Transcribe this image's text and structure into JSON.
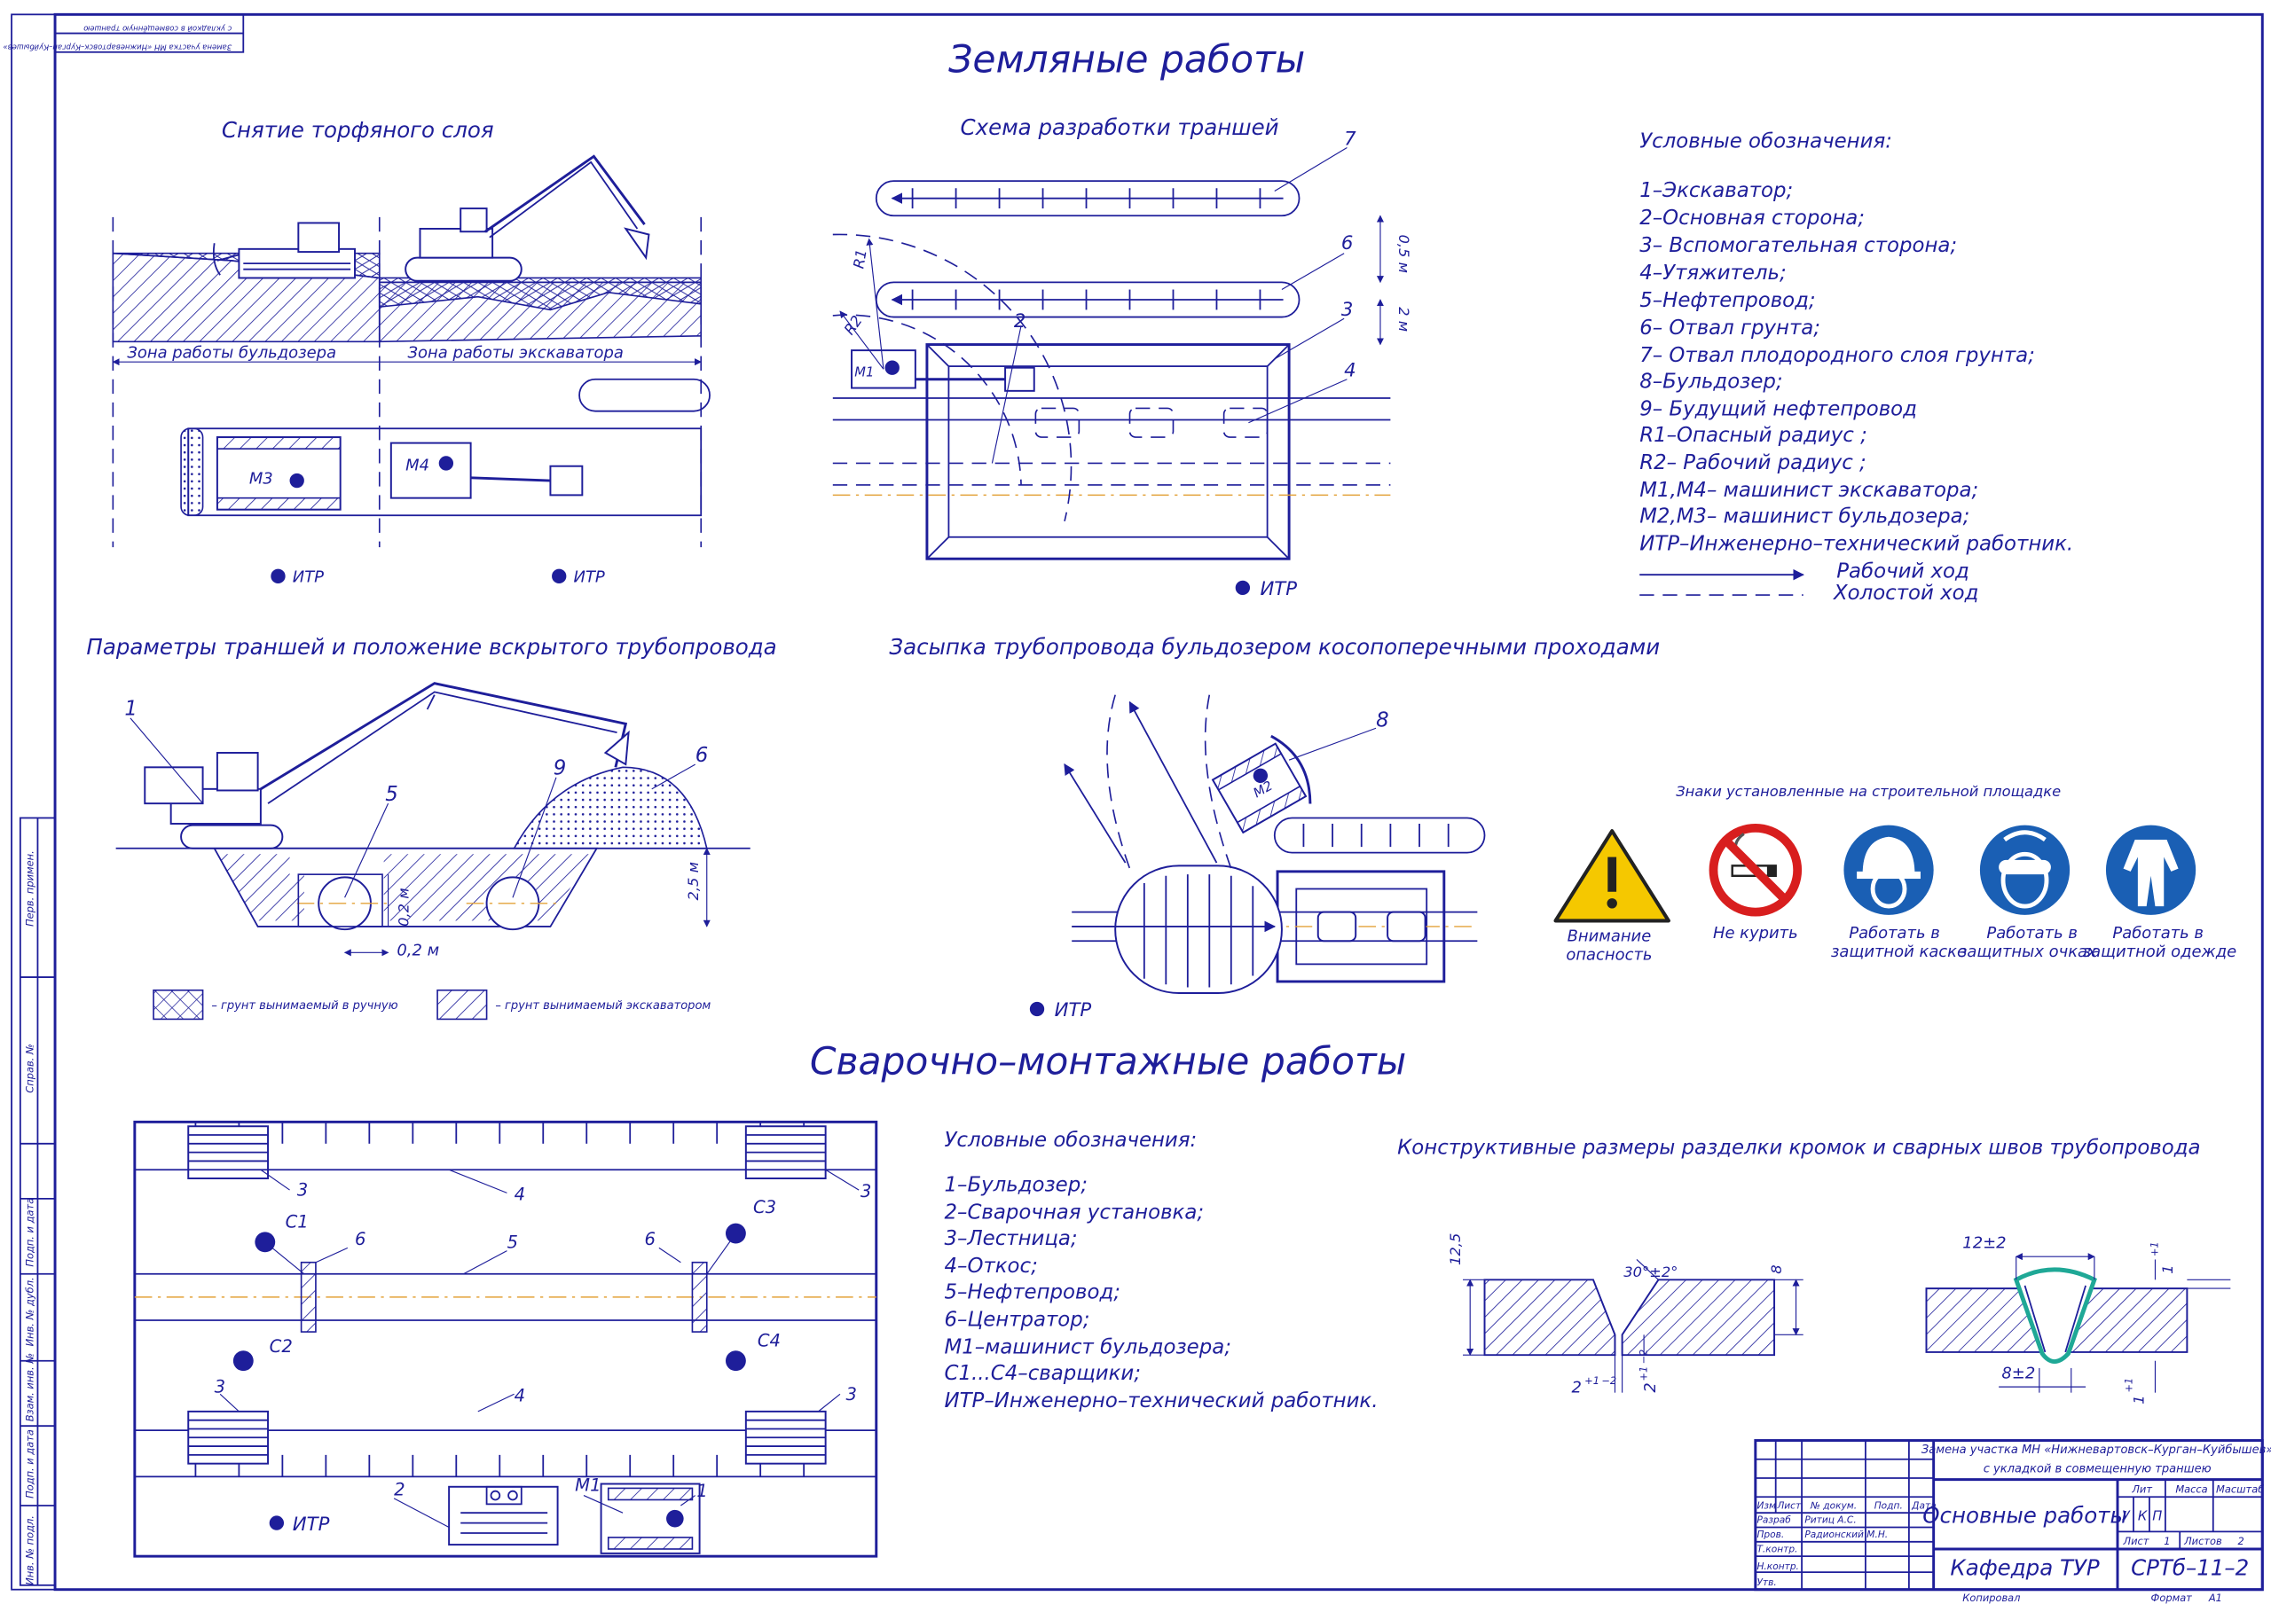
{
  "sheet_title": "Земляные работы",
  "rotated_stamp": {
    "line1": "Замена участка МН «Нижневартовск–Курган–Куйбышев»",
    "line2": "с укладкой в совмещённую траншею"
  },
  "peat_section": {
    "title": "Снятие торфяного слоя",
    "zone_bulldozer": "Зона работы бульдозера",
    "zone_excavator": "Зона работы экскаватора",
    "m3": "М3",
    "m4": "М4",
    "itr": "ИТР"
  },
  "trench_scheme": {
    "title": "Схема разработки траншей",
    "labels": [
      "7",
      "6",
      "2",
      "3",
      "4"
    ],
    "dim_05": "0,5 м",
    "dim_2": "2 м",
    "r1": "R1",
    "r2": "R2",
    "m1": "М1",
    "itr": "ИТР"
  },
  "legend_earth": {
    "title": "Условные обозначения:",
    "items": [
      "1–Экскаватор;",
      "2–Основная сторона;",
      "3– Вспомогательная сторона;",
      "4–Утяжитель;",
      "5–Нефтепровод;",
      "6– Отвал грунта;",
      "7– Отвал плодородного слоя грунта;",
      "8–Бульдозер;",
      "9– Будущий нефтепровод",
      "R1–Опасный радиус ;",
      "R2– Рабочий радиус ;",
      "М1,М4– машинист экскаватора;",
      "М2,М3– машинист бульдозера;",
      "ИТР–Инженерно–технический работник."
    ],
    "work_move": "Рабочий ход",
    "idle_move": "Холостой ход"
  },
  "trench_params": {
    "title": "Параметры траншей и положение вскрытого трубопровода",
    "labels": [
      "1",
      "5",
      "9",
      "6"
    ],
    "dim_25": "2,5 м",
    "dim_02a": "0,2 м",
    "dim_02b": "0,2 м",
    "hatch_manual": "– грунт вынимаемый в ручную",
    "hatch_excavator": "– грунт вынимаемый экскаватором"
  },
  "backfill": {
    "title": "Засыпка трубопровода бульдозером косопоперечными проходами",
    "label8": "8",
    "m2": "М2",
    "itr": "ИТР"
  },
  "signs": {
    "title": "Знаки установленные на строительной площадке",
    "items": [
      {
        "line1": "Внимание",
        "line2": "опасность",
        "icon": "warning-icon"
      },
      {
        "line1": "Не курить",
        "line2": "",
        "icon": "no-smoking-icon"
      },
      {
        "line1": "Работать в",
        "line2": "защитной каске",
        "icon": "helmet-icon"
      },
      {
        "line1": "Работать в",
        "line2": "защитных очках",
        "icon": "goggles-icon"
      },
      {
        "line1": "Работать в",
        "line2": "защитной одежде",
        "icon": "overall-icon"
      }
    ],
    "colors": {
      "warning": "#f5c800",
      "prohibit": "#d81e1e",
      "mandatory": "#1a5fb4"
    }
  },
  "welding_title": "Сварочно–монтажные работы",
  "welding_plan": {
    "n3": "3",
    "n4": "4",
    "n5": "5",
    "n6": "6",
    "c1": "С1",
    "c2": "С2",
    "c3": "С3",
    "c4": "С4",
    "n2": "2",
    "m1": "М1",
    "n1": "1",
    "itr": "ИТР"
  },
  "legend_weld": {
    "title": "Условные обозначения:",
    "items": [
      "1–Бульдозер;",
      "2–Сварочная установка;",
      "3–Лестница;",
      "4–Откос;",
      "5–Нефтепровод;",
      "6–Центратор;",
      "М1–машинист бульдозера;",
      "С1...С4–сварщики;",
      "ИТР–Инженерно–технический работник."
    ]
  },
  "weld_dims": {
    "title": "Конструктивные размеры разделки кромок и сварных швов трубопровода",
    "d125": "12,5",
    "angle": "30°±2°",
    "d8": "8",
    "gap": "2",
    "gap_tol": "+1 −2",
    "root": "2",
    "root_tol": "+1 −2",
    "w12": "12±2",
    "w8": "8±2",
    "h1": "1",
    "h1_tol": "+1",
    "h1b": "1",
    "h1b_tol": "+1"
  },
  "title_block": {
    "project": "Замена участка МН «Нижневартовск–Курган–Куйбышев»",
    "project2": "с укладкой в совмещенную траншею",
    "drawing_name": "Основные работы",
    "org": "Кафедра ТУР",
    "code": "СРТб–11–2",
    "col_izm": "Изм",
    "col_list": "Лист",
    "col_doc": "№ докум.",
    "col_sign": "Подп.",
    "col_date": "Дата",
    "role_razrab": "Разраб",
    "name_razrab": "Ритиц А.С.",
    "role_prov": "Пров.",
    "name_prov": "Радионский М.Н.",
    "role_tkontr": "Т.контр.",
    "role_nkontr": "Н.контр.",
    "role_utv": "Утв.",
    "lit": "Лит",
    "massa": "Масса",
    "masshtab": "Масштаб",
    "lit1": "У",
    "lit2": "К",
    "lit3": "П",
    "sheet_label": "Лист",
    "sheet_no": "1",
    "sheets_label": "Листов",
    "sheets_total": "2",
    "kopiroval": "Копировал",
    "format_label": "Формат",
    "format": "А1"
  },
  "side_strip": [
    "Перв. примен.",
    "Справ. №",
    "Подп. и дата",
    "Инв. № дубл.",
    "Взам. инв. №",
    "Подп. и дата",
    "Инв. № подл."
  ]
}
